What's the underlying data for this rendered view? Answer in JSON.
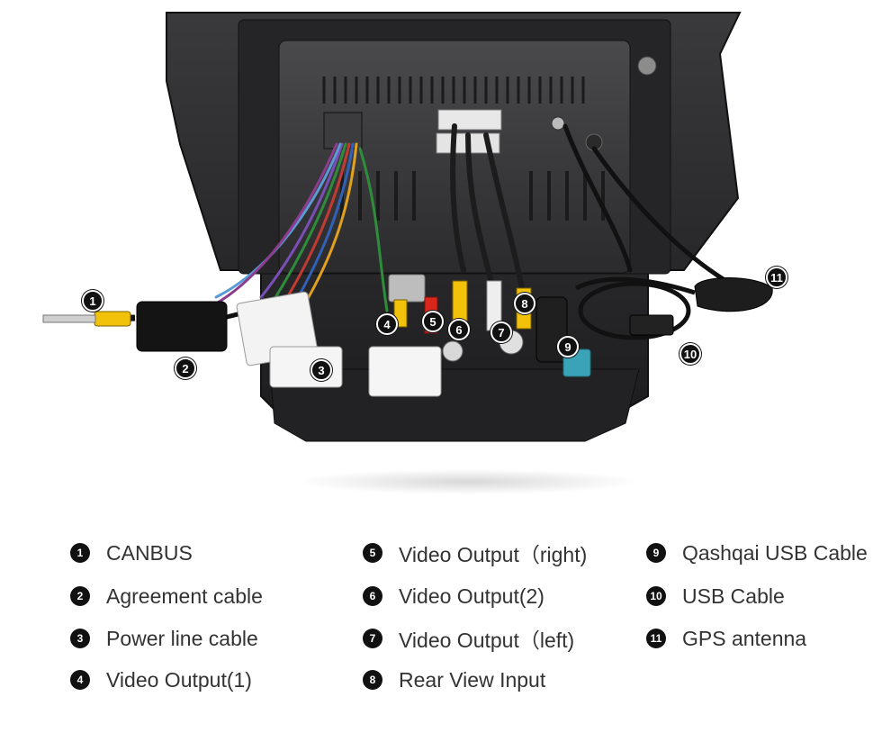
{
  "callouts": [
    {
      "num": "1"
    },
    {
      "num": "2"
    },
    {
      "num": "3"
    },
    {
      "num": "4"
    },
    {
      "num": "5"
    },
    {
      "num": "6"
    },
    {
      "num": "7"
    },
    {
      "num": "8"
    },
    {
      "num": "9"
    },
    {
      "num": "10"
    },
    {
      "num": "11"
    }
  ],
  "legend": [
    {
      "num": "1",
      "label": "CANBUS"
    },
    {
      "num": "2",
      "label": "Agreement cable"
    },
    {
      "num": "3",
      "label": "Power line cable"
    },
    {
      "num": "4",
      "label": "Video Output(1)"
    },
    {
      "num": "5",
      "label": "Video Output（right)"
    },
    {
      "num": "6",
      "label": "Video Output(2)"
    },
    {
      "num": "7",
      "label": "Video Output（left)"
    },
    {
      "num": "8",
      "label": "Rear View Input"
    },
    {
      "num": "9",
      "label": "Qashqai USB Cable"
    },
    {
      "num": "10",
      "label": "USB Cable"
    },
    {
      "num": "11",
      "label": "GPS antenna"
    }
  ],
  "colors": {
    "frame": "#2a2a2c",
    "frame_dark": "#1a1a1b",
    "rca_yellow": "#f2c20a",
    "rca_red": "#d8261b",
    "rca_white": "#eeeeee",
    "usb_teal": "#3aa3b8",
    "marker": "#111111"
  }
}
